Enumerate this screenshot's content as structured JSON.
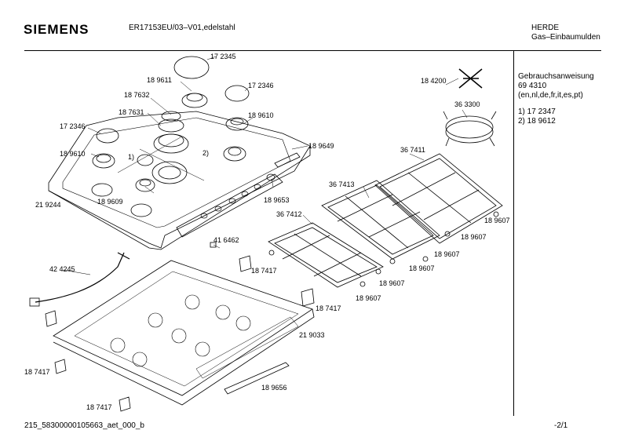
{
  "header": {
    "brand": "SIEMENS",
    "model": "ER17153EU/03–V01,edelstahl",
    "category_line1": "HERDE",
    "category_line2": "Gas–Einbaumulden"
  },
  "side": {
    "doc_title": "Gebrauchsanweisung",
    "doc_number": "69 4310",
    "doc_languages": "(en,nl,de,fr,it,es,pt)",
    "note1": "1)  17 2347",
    "note2": "2)  18 9612"
  },
  "footer": {
    "left": "215_58300000105663_aet_000_b",
    "right": "-2/1"
  },
  "parts": [
    {
      "id": "p172345a",
      "text": "17 2345"
    },
    {
      "id": "p189611",
      "text": "18 9611"
    },
    {
      "id": "p172346a",
      "text": "17 2346"
    },
    {
      "id": "p187632",
      "text": "18 7632"
    },
    {
      "id": "p187631",
      "text": "18 7631"
    },
    {
      "id": "p189610a",
      "text": "18 9610"
    },
    {
      "id": "p172346b",
      "text": "17 2346"
    },
    {
      "id": "p189610b",
      "text": "18 9610"
    },
    {
      "id": "p1",
      "text": "1)"
    },
    {
      "id": "p2",
      "text": "2)"
    },
    {
      "id": "p189649",
      "text": "18 9649"
    },
    {
      "id": "p189609",
      "text": "18 9609"
    },
    {
      "id": "p189653",
      "text": "18 9653"
    },
    {
      "id": "p219244",
      "text": "21 9244"
    },
    {
      "id": "p184200",
      "text": "18 4200"
    },
    {
      "id": "p363300",
      "text": "36 3300"
    },
    {
      "id": "p367411",
      "text": "36 7411"
    },
    {
      "id": "p367413",
      "text": "36 7413"
    },
    {
      "id": "p367412",
      "text": "36 7412"
    },
    {
      "id": "p189607a",
      "text": "18 9607"
    },
    {
      "id": "p189607b",
      "text": "18 9607"
    },
    {
      "id": "p189607c",
      "text": "18 9607"
    },
    {
      "id": "p189607d",
      "text": "18 9607"
    },
    {
      "id": "p189607e",
      "text": "18 9607"
    },
    {
      "id": "p189607f",
      "text": "18 9607"
    },
    {
      "id": "p416462",
      "text": "41 6462"
    },
    {
      "id": "p424245",
      "text": "42 4245"
    },
    {
      "id": "p187417a",
      "text": "18 7417"
    },
    {
      "id": "p187417b",
      "text": "18 7417"
    },
    {
      "id": "p219033",
      "text": "21 9033"
    },
    {
      "id": "p187417c",
      "text": "18 7417"
    },
    {
      "id": "p189656",
      "text": "18 9656"
    },
    {
      "id": "p187417d",
      "text": "18 7417"
    }
  ]
}
